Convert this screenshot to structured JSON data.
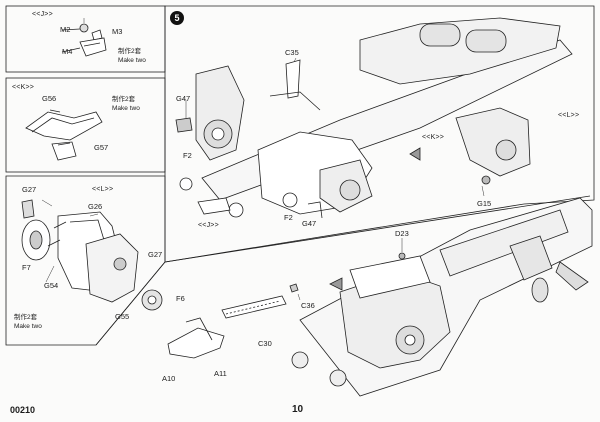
{
  "doc": {
    "code": "00210",
    "page_number": "10",
    "step_number": "5"
  },
  "panel_j": {
    "tag": "<<J>>",
    "m2": "M2",
    "m3": "M3",
    "m4": "M4",
    "note_cn": "制作2套",
    "note_en": "Make two"
  },
  "panel_k": {
    "tag": "<<K>>",
    "g56": "G56",
    "g57": "G57",
    "note_cn": "制作2套",
    "note_en": "Make two"
  },
  "panel_l": {
    "tag": "<<L>>",
    "g27a": "G27",
    "g26": "G26",
    "f7": "F7",
    "g54": "G54",
    "g27b": "G27",
    "f6": "F6",
    "g55": "G55",
    "note_cn": "制作2套",
    "note_en": "Make two"
  },
  "main_upper": {
    "c35": "C35",
    "g47a": "G47",
    "f2a": "F2",
    "f2b": "F2",
    "g47b": "G47",
    "tag_j": "<<J>>",
    "tag_k": "<<K>>",
    "tag_l": "<<L>>",
    "g15": "G15"
  },
  "main_lower": {
    "d23": "D23",
    "c36": "C36",
    "c30": "C30",
    "a10": "A10",
    "a11": "A11"
  }
}
